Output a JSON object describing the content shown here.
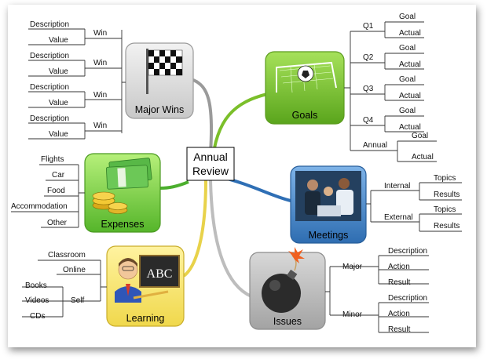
{
  "center": {
    "line1": "Annual",
    "line2": "Review"
  },
  "hubs": {
    "major_wins": "Major Wins",
    "goals": "Goals",
    "expenses": "Expenses",
    "meetings": "Meetings",
    "learning": "Learning",
    "issues": "Issues"
  },
  "major_wins": {
    "win": "Win",
    "description": "Description",
    "value": "Value"
  },
  "goals": {
    "q1": "Q1",
    "q2": "Q2",
    "q3": "Q3",
    "q4": "Q4",
    "annual": "Annual",
    "goal": "Goal",
    "actual": "Actual"
  },
  "expenses": {
    "items": [
      "Flights",
      "Car",
      "Food",
      "Accommodation",
      "Other"
    ]
  },
  "meetings": {
    "internal": "Internal",
    "external": "External",
    "topics": "Topics",
    "results": "Results"
  },
  "learning": {
    "classroom": "Classroom",
    "online": "Online",
    "self": "Self",
    "books": "Books",
    "videos": "Videos",
    "cds": "CDs"
  },
  "issues": {
    "major": "Major",
    "minor": "Minor",
    "description": "Description",
    "action": "Action",
    "result": "Result"
  },
  "colors": {
    "goals_branch": "#7bbf2a",
    "meetings_branch": "#2f6fb5",
    "issues_branch": "#b5b5b5",
    "learning_branch": "#e8d24a",
    "expenses_branch": "#4caf2e",
    "wins_branch": "#9a9a9a"
  }
}
